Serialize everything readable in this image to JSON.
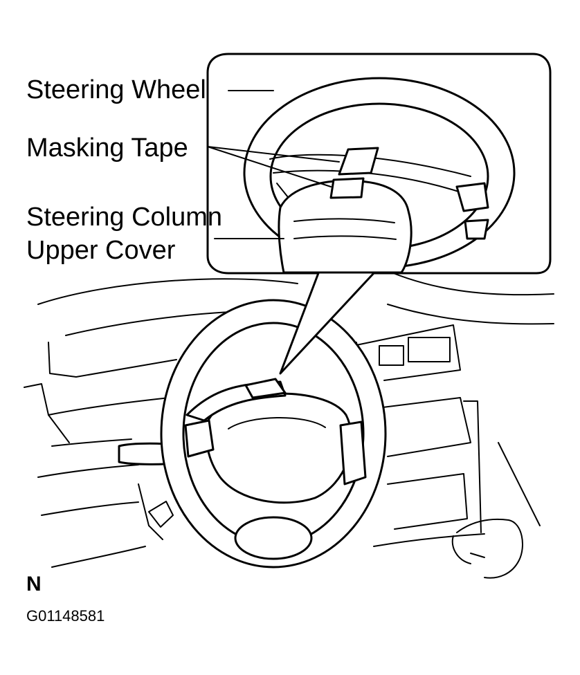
{
  "labels": {
    "steering_wheel": "Steering Wheel",
    "masking_tape": "Masking Tape",
    "column_cover_line1": "Steering Column",
    "column_cover_line2": "Upper Cover"
  },
  "figure_mark": "N",
  "figure_code": "G01148581"
}
